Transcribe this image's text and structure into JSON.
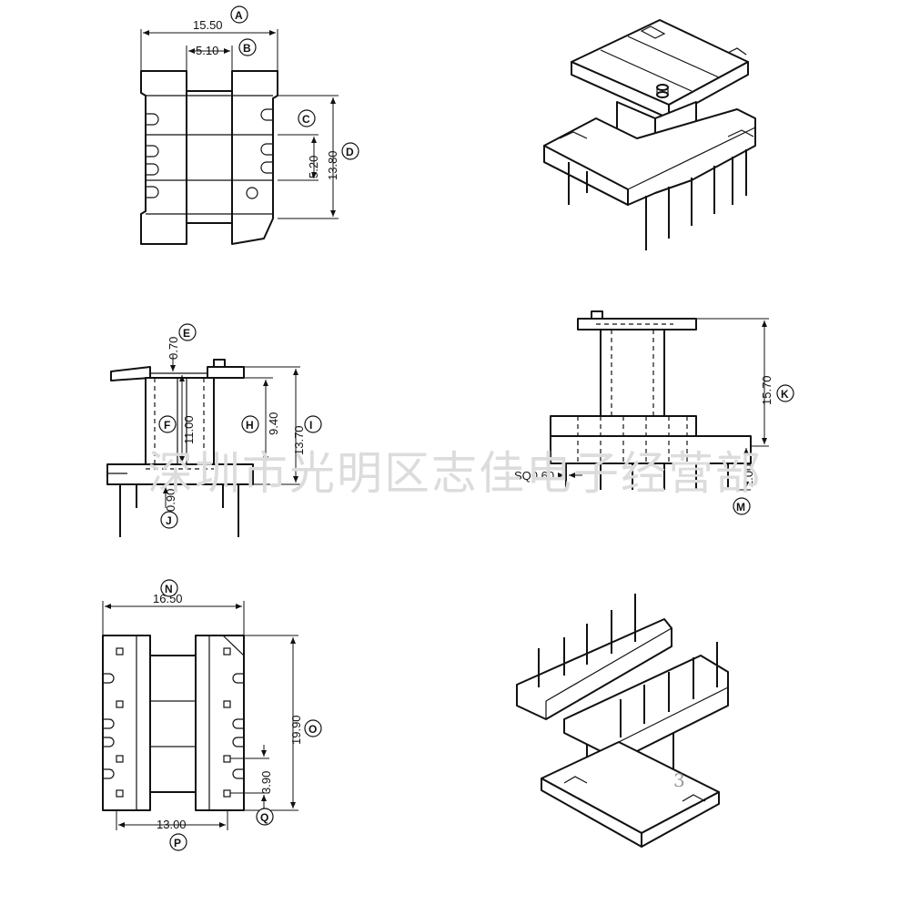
{
  "watermark": "深圳市光明区志佳电子经营部",
  "page_number": "3",
  "views": {
    "top": {
      "dims": {
        "A": "15.50",
        "B": "5.10",
        "C": "5.20",
        "D": "13.80"
      },
      "labels": {
        "A": "A",
        "B": "B",
        "C": "C",
        "D": "D"
      }
    },
    "front": {
      "dims": {
        "E": "0.70",
        "F": "11.00",
        "H": "9.40",
        "I": "13.70",
        "J": "0.90"
      },
      "labels": {
        "E": "E",
        "F": "F",
        "H": "H",
        "I": "I",
        "J": "J"
      }
    },
    "side": {
      "dims": {
        "K": "15.70",
        "M": "2.00",
        "SQ": "SQ0.60"
      },
      "labels": {
        "K": "K",
        "M": "M"
      }
    },
    "bottom": {
      "dims": {
        "N": "16.50",
        "O": "19.90",
        "P": "13.00",
        "Q": "3.90"
      },
      "labels": {
        "N": "N",
        "O": "O",
        "P": "P",
        "Q": "Q"
      }
    }
  }
}
